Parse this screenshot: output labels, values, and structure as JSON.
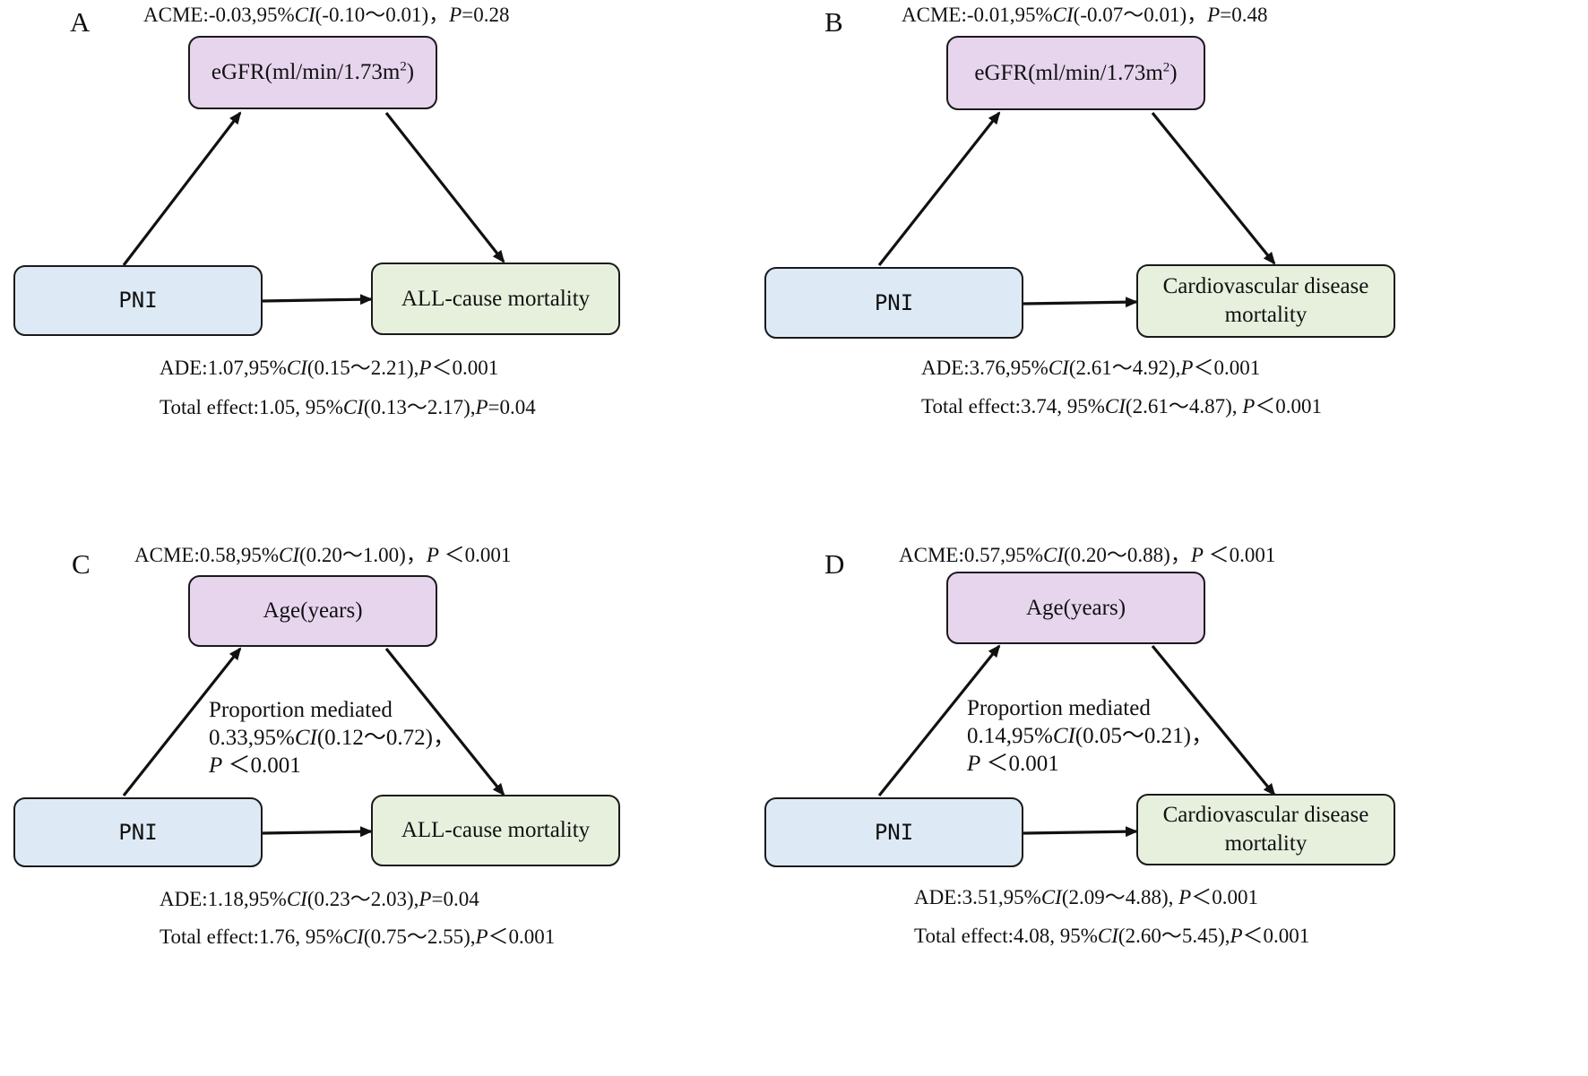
{
  "panels": {
    "A": {
      "letter": "A",
      "acme": {
        "prefix": "ACME:-0.03,95%",
        "ci_label": "CI",
        "mid": "(-0.10～0.01)，",
        "p_label": "P",
        "suffix": "=0.28"
      },
      "mediator": {
        "text": "eGFR(ml/min/1.73m",
        "sup": "2",
        "tail": ")"
      },
      "exposure": "PNI",
      "outcome": [
        "ALL-cause mortality"
      ],
      "ade": {
        "prefix": "ADE:1.07,95%",
        "ci_label": "CI",
        "mid": "(0.15～2.21),",
        "p_label": "P",
        "suffix": "＜0.001"
      },
      "total": {
        "prefix": "Total effect:1.05, 95%",
        "ci_label": "CI",
        "mid": "(0.13～2.17),",
        "p_label": "P",
        "suffix": "=0.04"
      }
    },
    "B": {
      "letter": "B",
      "acme": {
        "prefix": "ACME:-0.01,95%",
        "ci_label": "CI",
        "mid": "(-0.07～0.01)，",
        "p_label": "P",
        "suffix": "=0.48"
      },
      "mediator": {
        "text": "eGFR(ml/min/1.73m",
        "sup": "2",
        "tail": ")"
      },
      "exposure": "PNI",
      "outcome": [
        "Cardiovascular disease",
        "mortality"
      ],
      "ade": {
        "prefix": "ADE:3.76,95%",
        "ci_label": "CI",
        "mid": "(2.61～4.92),",
        "p_label": "P",
        "suffix": "＜0.001"
      },
      "total": {
        "prefix": "Total effect:3.74, 95%",
        "ci_label": "CI",
        "mid": "(2.61～4.87), ",
        "p_label": "P",
        "suffix": "＜0.001"
      }
    },
    "C": {
      "letter": "C",
      "acme": {
        "prefix": "ACME:0.58,95%",
        "ci_label": "CI",
        "mid": "(0.20～1.00)，",
        "p_label": "P",
        "suffix": " ＜0.001"
      },
      "mediator": {
        "text": "Age(years)",
        "sup": "",
        "tail": ""
      },
      "exposure": "PNI",
      "outcome": [
        "ALL-cause mortality"
      ],
      "proportion": {
        "line1": "Proportion mediated",
        "line2_prefix": "0.33,95%",
        "ci_label": "CI",
        "line2_mid": "(0.12～0.72)，",
        "p_label": "P",
        "line3_suffix": " ＜0.001"
      },
      "ade": {
        "prefix": "ADE:1.18,95%",
        "ci_label": "CI",
        "mid": "(0.23～2.03),",
        "p_label": "P",
        "suffix": "=0.04"
      },
      "total": {
        "prefix": "Total effect:1.76, 95%",
        "ci_label": "CI",
        "mid": "(0.75～2.55),",
        "p_label": "P",
        "suffix": "＜0.001"
      }
    },
    "D": {
      "letter": "D",
      "acme": {
        "prefix": "ACME:0.57,95%",
        "ci_label": "CI",
        "mid": "(0.20～0.88)，",
        "p_label": "P",
        "suffix": " ＜0.001"
      },
      "mediator": {
        "text": "Age(years)",
        "sup": "",
        "tail": ""
      },
      "exposure": "PNI",
      "outcome": [
        "Cardiovascular disease",
        "mortality"
      ],
      "proportion": {
        "line1": "Proportion mediated",
        "line2_prefix": "0.14,95%",
        "ci_label": "CI",
        "line2_mid": "(0.05～0.21)，",
        "p_label": "P",
        "line3_suffix": " ＜0.001"
      },
      "ade": {
        "prefix": "ADE:3.51,95%",
        "ci_label": "CI",
        "mid": "(2.09～4.88), ",
        "p_label": "P",
        "suffix": "＜0.001"
      },
      "total": {
        "prefix": "Total effect:4.08, 95%",
        "ci_label": "CI",
        "mid": "(2.60～5.45),",
        "p_label": "P",
        "suffix": "＜0.001"
      }
    }
  },
  "colors": {
    "mediator_fill": "#e7d5ee",
    "exposure_fill": "#ddeaf6",
    "outcome_fill": "#e7f0dd",
    "stroke": "#1a1a1a"
  }
}
